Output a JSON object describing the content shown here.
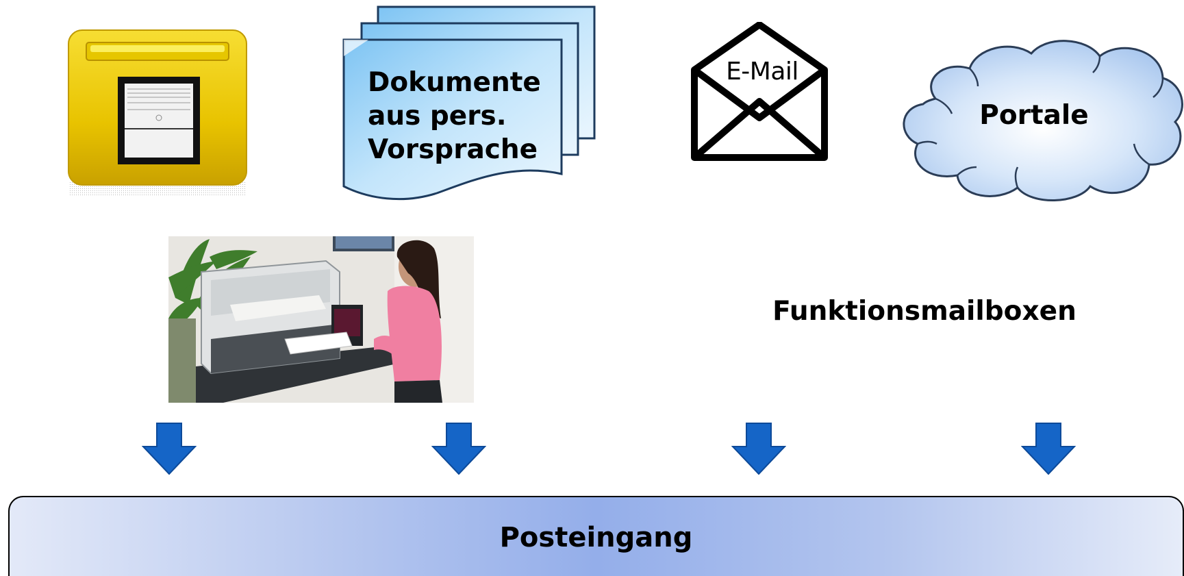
{
  "sources": {
    "documents_label": "Dokumente\naus pers.\nVorsprache",
    "email_label": "E-Mail",
    "portals_label": "Portale",
    "function_mailboxes_label": "Funktionsmailboxen"
  },
  "inbox": {
    "label": "Posteingang"
  },
  "colors": {
    "arrow": "#1565c7",
    "mailbox_yellow": "#f2cf00",
    "document_blue": "#bfe2fb",
    "cloud_blue": "#b9d3f3"
  },
  "icons": [
    "letterbox-icon",
    "document-stack-icon",
    "envelope-icon",
    "cloud-icon",
    "down-arrow-icon"
  ]
}
